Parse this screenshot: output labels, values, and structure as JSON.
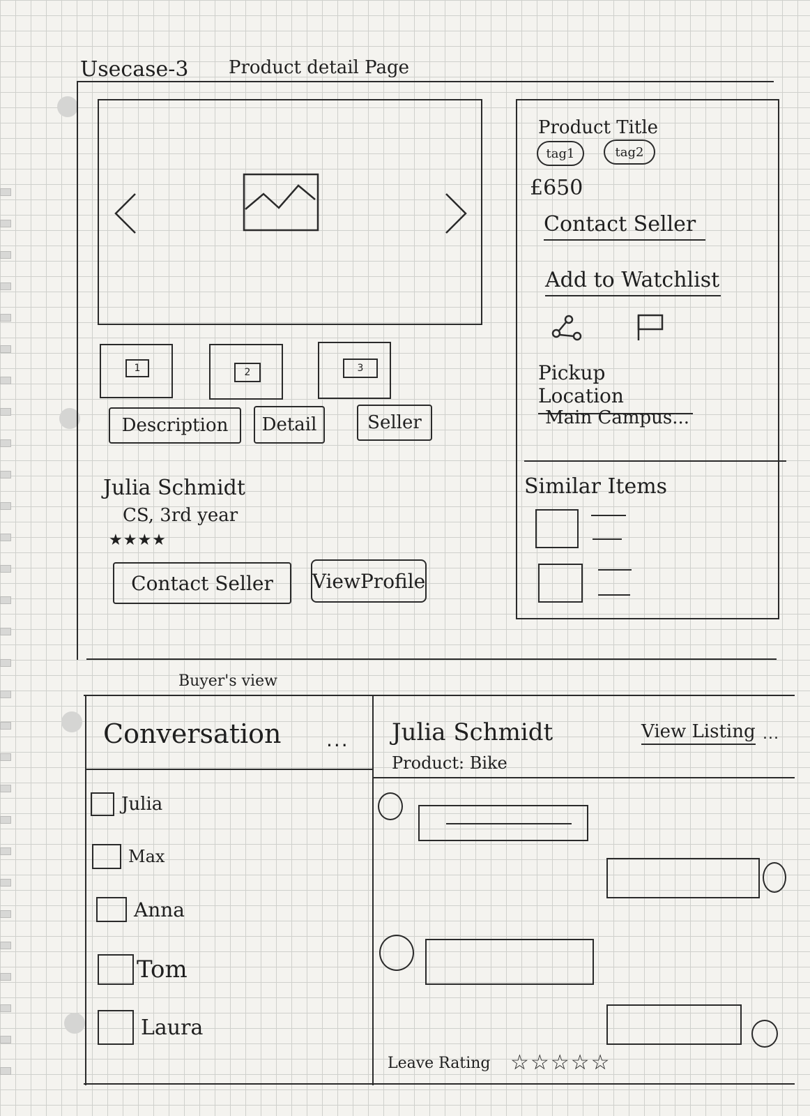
{
  "header": {
    "usecase": "Usecase-3",
    "page_title": "Product detail Page"
  },
  "gallery": {
    "prev_icon": "chevron-left-icon",
    "next_icon": "chevron-right-icon",
    "image_icon": "image-placeholder-icon",
    "thumbnails": [
      "1",
      "2",
      "3"
    ]
  },
  "tabs": [
    "Description",
    "Detail",
    "Seller"
  ],
  "seller": {
    "name": "Julia Schmidt",
    "info": "CS, 3rd year",
    "rating_stars": "★★★★",
    "contact_label": "Contact Seller",
    "profile_label": "ViewProfile"
  },
  "product": {
    "title": "Product Title",
    "tags": [
      "tag1",
      "tag2"
    ],
    "price": "£650",
    "contact_label": "Contact Seller",
    "watchlist_label": "Add to Watchlist",
    "share_icon": "share-icon",
    "flag_icon": "flag-icon",
    "pickup_label": "Pickup Location",
    "pickup_value": "Main Campus..."
  },
  "similar": {
    "heading": "Similar Items"
  },
  "buyer_view_label": "Buyer's view",
  "conversation": {
    "heading": "Conversation",
    "menu": "...",
    "contacts": [
      "Julia",
      "Max",
      "Anna",
      "Tom",
      "Laura"
    ]
  },
  "chat": {
    "name": "Julia Schmidt",
    "product": "Product: Bike",
    "view_listing": "View Listing",
    "menu": "...",
    "leave_rating_label": "Leave Rating",
    "rating_stars": "☆☆☆☆☆"
  }
}
